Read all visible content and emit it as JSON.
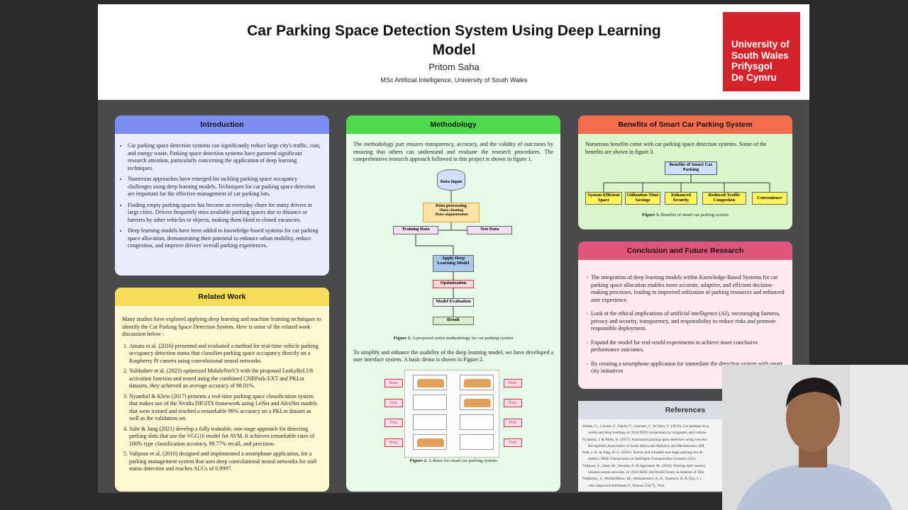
{
  "header": {
    "title": "Car Parking Space Detection System Using Deep Learning Model",
    "author": "Pritom Saha",
    "affiliation": "MSc Artificial Intelligence, University of South Wales",
    "logo_lines": [
      "University of",
      "South Wales",
      "Prifysgol",
      "De Cymru"
    ]
  },
  "introduction": {
    "title": "Introduction",
    "items": [
      "Car parking space detection systems can significantly reduce large city's traffic, cost, and energy waste. Parking space detection systems have garnered significant research attention, particularly concerning the application of deep learning techniques.",
      "Numerous approaches have emerged for tackling parking space occupancy challenges using deep learning models. Techniques for car parking space detection are important for the effective management of car parking lots.",
      "Finding empty parking spaces has become an everyday chore for many drivers in large cities. Drivers frequently miss available parking spaces due to distance or barriers by other vehicles or objects, making them blind to closed vacancies.",
      "Deep learning models have been added to knowledge-based systems for car parking space allocation, demonstrating their potential to enhance urban mobility, reduce congestion, and improve drivers' overall parking experiences."
    ]
  },
  "related": {
    "title": "Related Work",
    "intro": "Many studies have explored applying deep learning and machine learning techniques to identify the Car Parking Space Detection System. Here is some of the related work discussion below :",
    "items": [
      "Amato et al. (2016) presented and evaluated a method for real-time vehicle parking occupancy detection status that classifies parking space occupancy directly on a Raspberry Pi camera using convolutional neural networks.",
      "Yuldashev et al. (2023) optimized MobileNetV3 with the proposed LeakyReLU6 activation function and tested using the combined CNRPark-EXT and PKLot datasets, they achieved an average accuracy of 98.01%.",
      "Nyambal & Klein (2017) presents a real-time parking space classification system that makes use of the Nvidia DIGITS framework using LeNet and AlexNet models that were trained and reached a remarkable 99% accuracy on a PKLot dataset as well as the validation set.",
      "Suhr & Jung (2021) develop a fully trainable, one-stage approach for detecting parking slots that use the VGG16 model for AVM. It achieves remarkable rates of 100% type classification accuracy, 99.77% recall, and precision.",
      "Valipour et al. (2016) designed and implemented a smartphone application, for a parking management system that uses deep convolutional neural networks for stall status detection and reaches AUCs of 0.9997."
    ]
  },
  "methodology": {
    "title": "Methodology",
    "para1": "The methodology part ensures transparency, accuracy, and the validity of outcomes by ensuring that others can understand and evaluate the research procedures. The comprehensive research approach followed in this project is shown in figure 1.",
    "flow": {
      "input": "Data Input",
      "processing": "Data processing",
      "sub1": "•Data cleaning",
      "sub2": "•Data augmentation",
      "train": "Training Data",
      "test": "Test Data",
      "apply": "Apply Deep Learning Model",
      "opt": "Optimization",
      "eval": "Model Evaluation",
      "result": "Result"
    },
    "fig1_label": "Figure 1.",
    "fig1_caption": "A proposed entire methodology for car parking system",
    "para2": "To simplify and enhance the usability of the deep learning model, we have developed a user interface system. A basic demo is shown in Figure 2.",
    "demo_left": [
      "Busy",
      "Free",
      "Free",
      "Busy"
    ],
    "demo_right": [
      "Busy",
      "Busy",
      "Free",
      "Free"
    ],
    "fig2_label": "Figure 2.",
    "fig2_caption": "A demo for smart car parking system"
  },
  "benefits": {
    "title": "Benefits of Smart Car Parking System",
    "para": "Numerous benefits come with car parking space detection systems. Some of the benefits are shown in figure 3.",
    "root": "Benefits of Smart Car Parking",
    "leaves": [
      "System Efficient Space",
      "Utilization Time Savings",
      "Enhanced Security",
      "Reduced Traffic Congestion",
      "Convenience"
    ],
    "fig3_label": "Figure 3.",
    "fig3_caption": "Benefits of smart car parking system"
  },
  "conclusion": {
    "title": "Conclusion and Future Research",
    "items": [
      "The integration of deep learning models within Knowledge-Based Systems for car parking space allocation enables more accurate, adaptive, and efficient decision-making processes, leading to improved utilization of parking resources and enhanced user experience.",
      "Look at the ethical implications of artificial intelligence (AI), encouraging fairness, privacy and security, transparency, and responsibility to reduce risks and promote responsible deployment.",
      "Expand the model for real-world experiments to achieve more conclusive performance outcomes.",
      "By creating a smartphone application for immediate the detection system with smart city initiatives"
    ]
  },
  "references": {
    "title": "References",
    "lines": [
      "Amato, G., Carrara, F., Falchi, F., Gennaro, C. & Vairo, C. (2016). Car parking occu",
      "works and deep learning, in '2016 IEEE symposium on computers and commu",
      "Nyambal, J. & Klein, R. (2017). Automated parking space detection using convolu",
      "Recognition Association of South Africa and Robotics and Mechatronics (PR",
      "Suhr, J. K. & Jung, H. G. (2021). End-to-end trainable one-stage parking slot de",
      "mation', IEEE Transactions on Intelligent Transportation Systems 23(5)",
      "Valipour, S., Siam, M., Stroulia, E. & Jagersand, M. (2016). Parking-stall vacancy",
      "lutional neural networks, in '2016 IEEE 3rd World Forum on Internet of Thin",
      "Yuldashev, Y., Mukhiddinov, M., Abdusalomov, A. B., Nasimov, R. & Cho, J. (",
      "with improved mobilenetv3', Sensors 23(17), 7642."
    ]
  },
  "colors": {
    "intro_header": "#7b8df0",
    "intro_body": "#e8ecfc",
    "related_header": "#f6de5a",
    "related_body": "#fdf7d2",
    "method_header": "#4ddb4d",
    "method_body": "#e7f9e7",
    "benefits_header": "#f46d4d",
    "benefits_body": "#d9f5c9",
    "conclusion_header": "#e0567a",
    "conclusion_body": "#fde9ee"
  }
}
